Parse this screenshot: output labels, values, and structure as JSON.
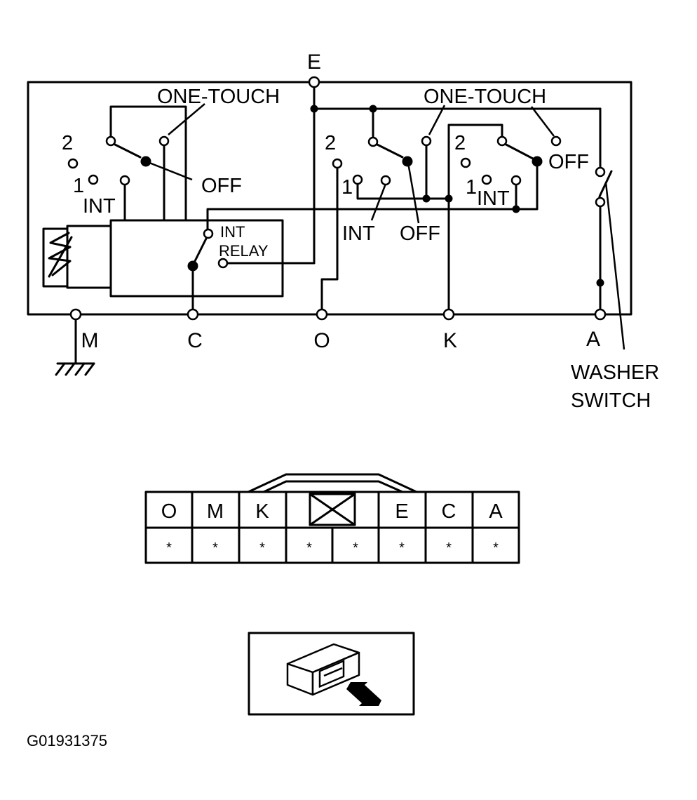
{
  "diagram": {
    "terminals": {
      "e": "E",
      "m": "M",
      "c": "C",
      "o": "O",
      "k": "K",
      "a": "A"
    },
    "left_switch": {
      "one_touch": "ONE-TOUCH",
      "pos2": "2",
      "pos1": "1",
      "int": "INT",
      "off": "OFF"
    },
    "int_relay": {
      "line1": "INT",
      "line2": "RELAY"
    },
    "right_switch": {
      "one_touch": "ONE-TOUCH",
      "pos2_a": "2",
      "pos1_a": "1",
      "int_a": "INT",
      "off_a": "OFF",
      "pos2_b": "2",
      "pos1_b": "1",
      "int_b": "INT",
      "off_b": "OFF"
    },
    "washer_switch": {
      "line1": "WASHER",
      "line2": "SWITCH"
    }
  },
  "connector": {
    "pins_top": [
      "O",
      "M",
      "K",
      "",
      "E",
      "C",
      "A"
    ],
    "pins_bottom": [
      "*",
      "*",
      "*",
      "*",
      "*",
      "*",
      "*",
      "*"
    ]
  },
  "figure_id": "G01931375"
}
